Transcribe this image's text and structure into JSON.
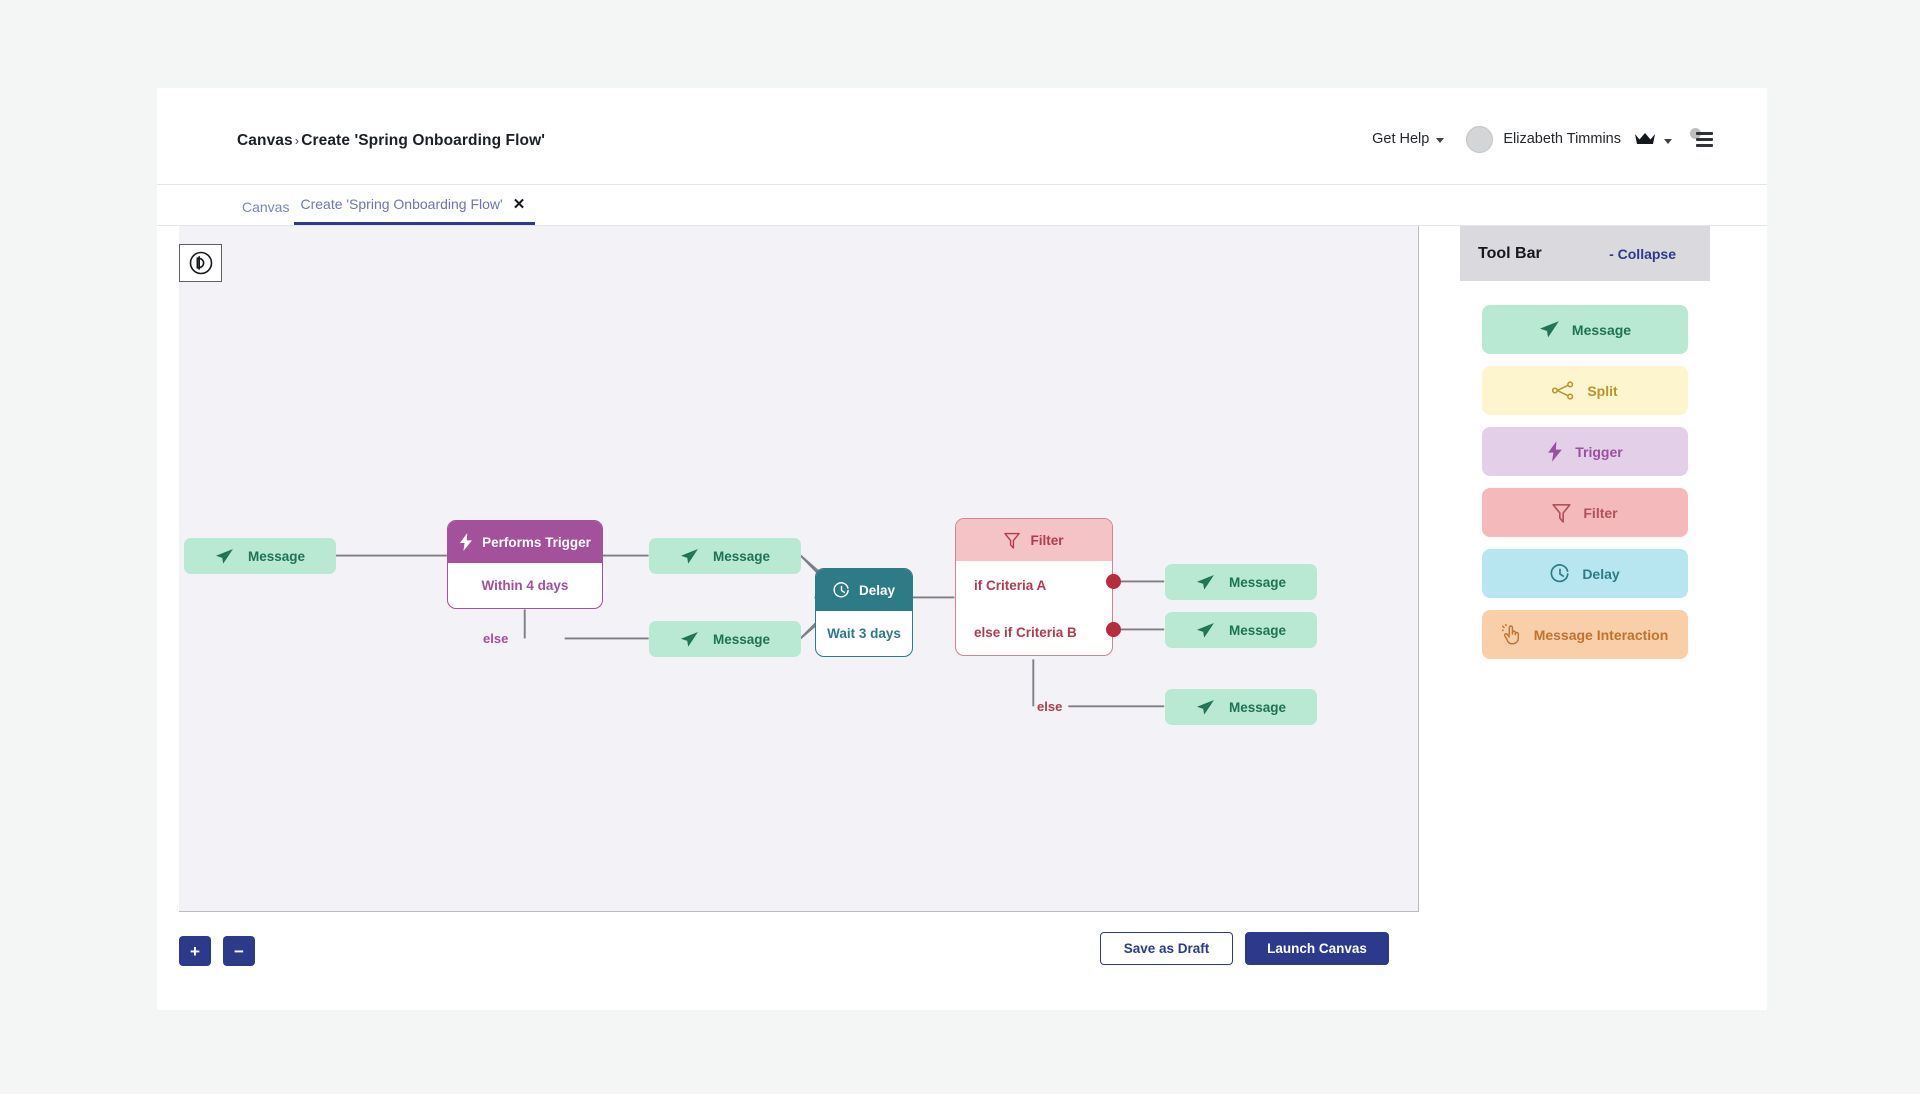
{
  "header": {
    "breadcrumb_root": "Canvas",
    "breadcrumb_sep": "›",
    "breadcrumb_current": "Create 'Spring Onboarding Flow'",
    "get_help": "Get Help",
    "user_name": "Elizabeth Timmins",
    "avatar_icon": "avatar-circle",
    "crown_icon": "crown-icon",
    "menu_icon": "hamburger-menu-icon"
  },
  "tabs": [
    {
      "label": "Canvas",
      "active": false,
      "closable": false
    },
    {
      "label": "Create 'Spring Onboarding Flow'",
      "active": true,
      "closable": true,
      "close_glyph": "✕"
    }
  ],
  "canvas": {
    "brand_badge_icon": "braze-logo-icon",
    "nodes": [
      {
        "id": "msg-start",
        "type": "message",
        "label": "Message",
        "icon": "paper-plane-icon"
      },
      {
        "id": "trigger",
        "type": "trigger",
        "head": "Performs Trigger",
        "body": "Within 4 days",
        "icon": "lightning-bolt-icon"
      },
      {
        "id": "msg-top",
        "type": "message",
        "label": "Message",
        "icon": "paper-plane-icon"
      },
      {
        "id": "msg-else-1",
        "type": "message",
        "label": "Message",
        "icon": "paper-plane-icon"
      },
      {
        "id": "delay",
        "type": "delay",
        "head": "Delay",
        "body": "Wait 3 days",
        "icon": "clock-icon"
      },
      {
        "id": "filter",
        "type": "filter",
        "head": "Filter",
        "icon": "funnel-icon",
        "rows": [
          "if Criteria A",
          "else if Criteria B"
        ]
      },
      {
        "id": "msg-crit-a",
        "type": "message",
        "label": "Message",
        "icon": "paper-plane-icon"
      },
      {
        "id": "msg-crit-b",
        "type": "message",
        "label": "Message",
        "icon": "paper-plane-icon"
      },
      {
        "id": "msg-else-2",
        "type": "message",
        "label": "Message",
        "icon": "paper-plane-icon"
      }
    ],
    "else_label_trigger": "else",
    "else_label_filter": "else",
    "zoom_in": "+",
    "zoom_out": "−"
  },
  "footer": {
    "save_draft": "Save as Draft",
    "launch": "Launch Canvas"
  },
  "toolbar": {
    "title": "Tool Bar",
    "collapse": "- Collapse",
    "items": [
      {
        "label": "Message",
        "icon": "paper-plane-icon",
        "bg": "#b9e8d3",
        "fg": "#1f7354"
      },
      {
        "label": "Split",
        "icon": "split-nodes-icon",
        "bg": "#fdf5cd",
        "fg": "#bb9529"
      },
      {
        "label": "Trigger",
        "icon": "lightning-bolt-icon",
        "bg": "#e3cfe8",
        "fg": "#9b4fa0"
      },
      {
        "label": "Filter",
        "icon": "funnel-icon",
        "bg": "#f3b9bb",
        "fg": "#b1515d"
      },
      {
        "label": "Delay",
        "icon": "clock-icon",
        "bg": "#b7e6f0",
        "fg": "#2d7b86"
      },
      {
        "label": "Message Interaction",
        "icon": "tap-hand-icon",
        "bg": "#f8cfa9",
        "fg": "#c1732e"
      }
    ]
  },
  "colors": {
    "page_bg": "#f4f6f6",
    "card_bg": "#ffffff",
    "canvas_bg": "#f3f2f7",
    "primary": "#2d3a8c",
    "message": "#b9e8d3",
    "trigger": "#a3519b",
    "delay": "#2d7b86",
    "filter_head": "#f3c3c6",
    "filter_text": "#b53a4f",
    "port_dot": "#b92c3c",
    "wire": "#7b7f86"
  }
}
